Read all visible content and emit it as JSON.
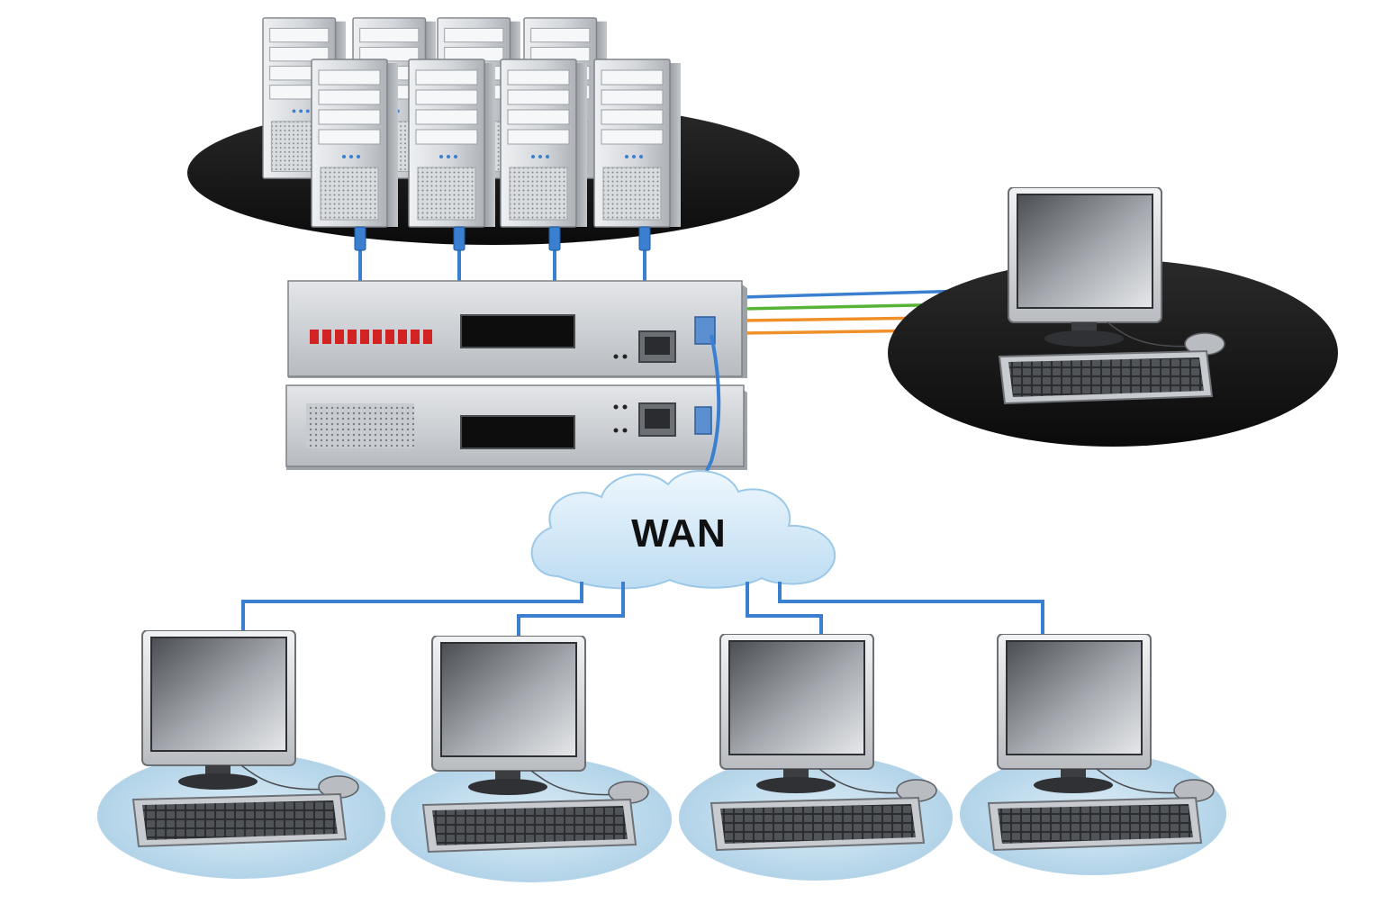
{
  "diagram": {
    "type": "network-topology",
    "cloud": {
      "label": "WAN"
    },
    "colors": {
      "cable_blue": "#3a7fd0",
      "cable_green": "#55b436",
      "cable_orange": "#f0902a",
      "server_platform": "#141414",
      "client_platform": "#bcdcee",
      "cloud_fill": "#d6ebf8"
    },
    "nodes": {
      "server_cluster": {
        "icon": "server-tower-icon",
        "count": 8
      },
      "switch": {
        "icon": "network-switch-icon",
        "units": 2
      },
      "admin_workstation": {
        "icon": "workstation-icon"
      },
      "client_workstations": {
        "icon": "workstation-icon",
        "count": 4
      }
    },
    "connections": [
      {
        "from": "server_cluster",
        "to": "switch",
        "count": 4
      },
      {
        "from": "switch",
        "to": "admin_workstation",
        "count": 4
      },
      {
        "from": "switch",
        "to": "wan"
      },
      {
        "from": "wan",
        "to": "client_workstations",
        "count": 4
      }
    ]
  }
}
